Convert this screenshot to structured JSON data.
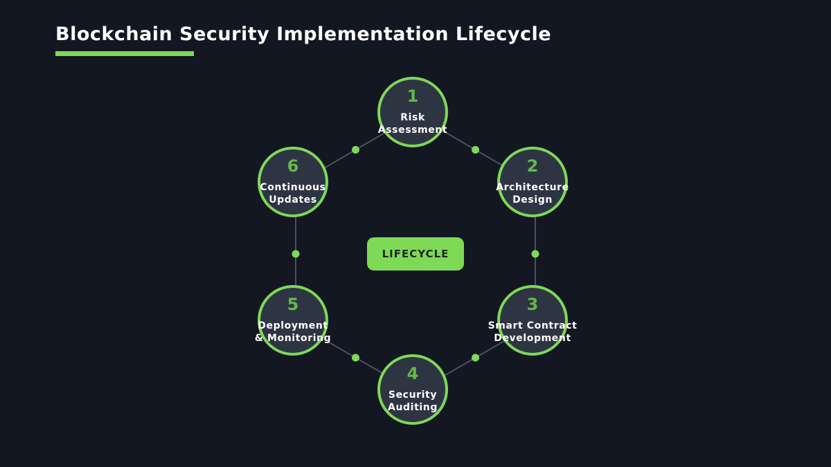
{
  "title": "Blockchain Security Implementation Lifecycle",
  "center_badge": {
    "label": "LIFECYCLE"
  },
  "colors": {
    "background": "#131722",
    "accent_green": "#7ed957",
    "number_green": "#65b84c",
    "node_fill": "#2e3542",
    "connector_gray": "#4a5160",
    "label_text": "#ffffff",
    "badge_text": "#1c2519"
  },
  "nodes": [
    {
      "number": "1",
      "label": "Risk Assessment",
      "line1": "Risk",
      "line2": "Assessment"
    },
    {
      "number": "2",
      "label": "Architecture Design",
      "line1": "Architecture",
      "line2": "Design"
    },
    {
      "number": "3",
      "label": "Smart Contract Development",
      "line1": "Smart Contract",
      "line2": "Development"
    },
    {
      "number": "4",
      "label": "Security Auditing",
      "line1": "Security",
      "line2": "Auditing"
    },
    {
      "number": "5",
      "label": "Deployment & Monitoring",
      "line1": "Deployment",
      "line2": "& Monitoring"
    },
    {
      "number": "6",
      "label": "Continuous Updates",
      "line1": "Continuous",
      "line2": "Updates"
    }
  ]
}
